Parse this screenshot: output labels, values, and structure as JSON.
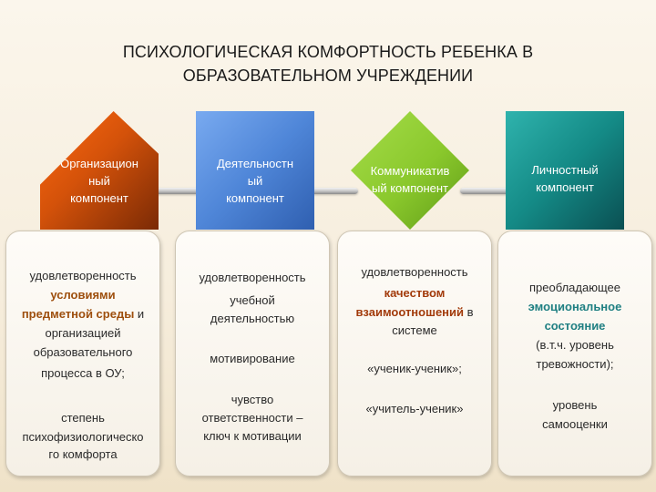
{
  "title": {
    "line1": "ПСИХОЛОГИЧЕСКАЯ КОМФОРТНОСТЬ РЕБЕНКА В",
    "line2": "ОБРАЗОВАТЕЛЬНОМ УЧРЕЖДЕНИИ"
  },
  "components": [
    {
      "label": "Организацион\nный\nкомпонент",
      "color": "#d4520a"
    },
    {
      "label": "Деятельностн\nый\nкомпонент",
      "color": "#4f86d8"
    },
    {
      "label": "Коммуникатив\nый компонент",
      "color": "#8ac82c"
    },
    {
      "label": "Личностный\nкомпонент",
      "color": "#148a86"
    }
  ],
  "cards": {
    "c1": {
      "l1": "удовлетворенность",
      "l2": "условиями",
      "l3a": "предметной среды",
      "l3b": " и",
      "l4": "организацией",
      "l5": "образовательного",
      "l6": "процесса в ОУ;",
      "l7": "степень",
      "l8": "психофизиологическо",
      "l9": "го комфорта"
    },
    "c2": {
      "l1": "удовлетворенность",
      "l2": "учебной",
      "l3": "деятельностью",
      "l4": "мотивирование",
      "l5": "чувство",
      "l6": "ответственности –",
      "l7": "ключ к мотивации"
    },
    "c3": {
      "l1": "удовлетворенность",
      "l2": "качеством",
      "l3a": "взаимоотношений",
      "l3b": " в",
      "l4": "системе",
      "l5": "«ученик-ученик»;",
      "l6": "«учитель-ученик»"
    },
    "c4": {
      "l1": "преобладающее",
      "l2": "эмоциональное",
      "l3": "состояние",
      "l4": "(в.т.ч. уровень",
      "l5": "тревожности);",
      "l6": "уровень",
      "l7": "самооценки"
    }
  }
}
